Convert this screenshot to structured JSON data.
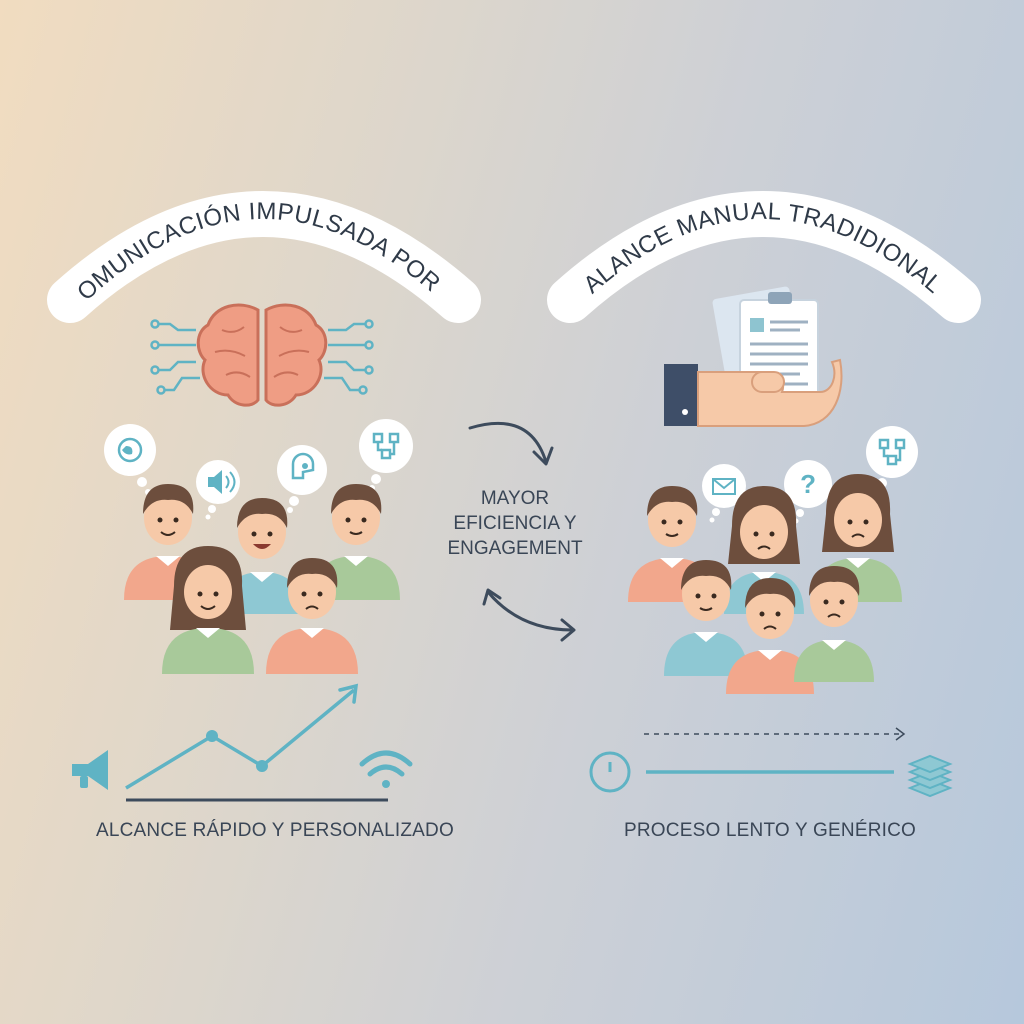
{
  "left_panel": {
    "title": "COMUNICACIÓN IMPULSADA POR IA",
    "caption": "ALCANCE RÁPIDO Y PERSONALIZADO"
  },
  "right_panel": {
    "title": "ALANCE MANUAL TRADIDIONAL",
    "caption": "PROCESO LENTO Y GENÉRICO"
  },
  "center": {
    "line1": "MAYOR",
    "line2": "EFICIENCIA Y",
    "line3": "ENGAGEMENT"
  },
  "colors": {
    "title_text": "#2f3a48",
    "teal": "#5fb3c4",
    "coral": "#ef9d84",
    "sage": "#a8c99a",
    "navy_arrow": "#3d4b5c"
  },
  "icons": [
    "brain-icon",
    "circuit-icon",
    "clipboard-icon",
    "hand-icon",
    "megaphone-icon",
    "wifi-icon",
    "clock-icon",
    "stack-icon",
    "question-icon",
    "envelope-icon",
    "speaker-icon"
  ]
}
